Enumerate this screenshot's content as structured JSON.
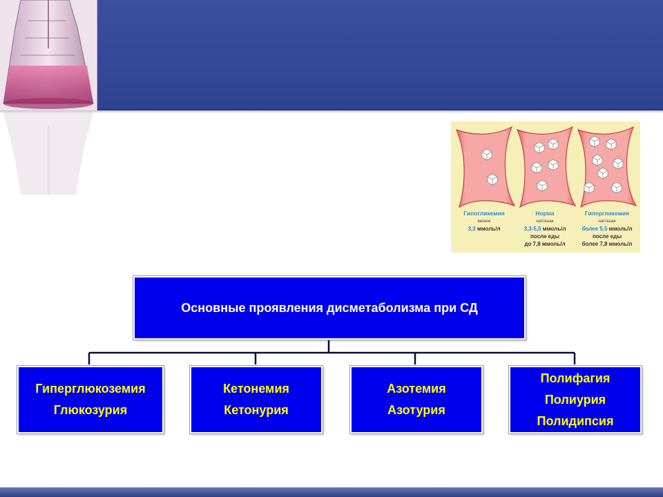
{
  "slide": {
    "colors": {
      "header": "#35489a",
      "box_fill": "#0000ee",
      "main_text": "#ffffff",
      "child_text": "#ffff00",
      "connector": "#0a0a3a"
    }
  },
  "sugar_figure": {
    "panels": [
      {
        "title": "Гипогликемия",
        "sub": "менее",
        "value_num": "3,3",
        "value_unit": "ммоль/л",
        "extra": []
      },
      {
        "title": "Норма",
        "sub": "натошак",
        "value_num": "3,3-5,5",
        "value_unit": "ммоль/л",
        "extra": [
          "после еды",
          "до 7,8 ммоль/л"
        ]
      },
      {
        "title": "Гипергликемия",
        "sub": "натошак",
        "value_num": "более 5,5",
        "value_unit": "ммоль/л",
        "extra": [
          "после еды",
          "более 7,8 ммоль/л"
        ]
      }
    ]
  },
  "diagram": {
    "root": "Основные проявления дисметаболизма при СД",
    "children": [
      {
        "lines": [
          "Гиперглюкоземия",
          "Глюкозурия"
        ]
      },
      {
        "lines": [
          "Кетонемия",
          "Кетонурия"
        ]
      },
      {
        "lines": [
          "Азотемия",
          "Азотурия"
        ]
      },
      {
        "lines": [
          "Полифагия",
          "Полиурия",
          "Полидипсия"
        ]
      }
    ]
  }
}
